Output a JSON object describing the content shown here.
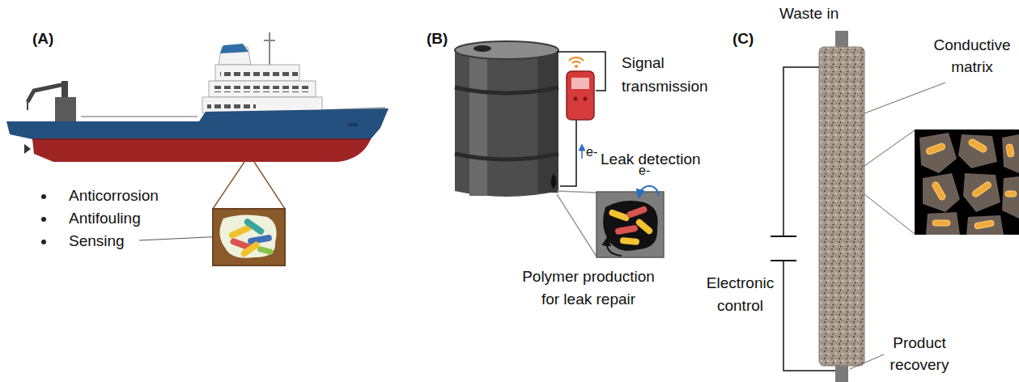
{
  "diagram": {
    "labels": [
      "(A)",
      "(B)",
      "(C)",
      "Anticorrosion",
      "Antifouling",
      "Sensing",
      "Signal transmission",
      "e-",
      "Leak detection",
      "e-",
      "Polymer production for leak repair",
      "Waste in",
      "Conductive matrix",
      "Electronic control",
      "Product recovery"
    ]
  }
}
